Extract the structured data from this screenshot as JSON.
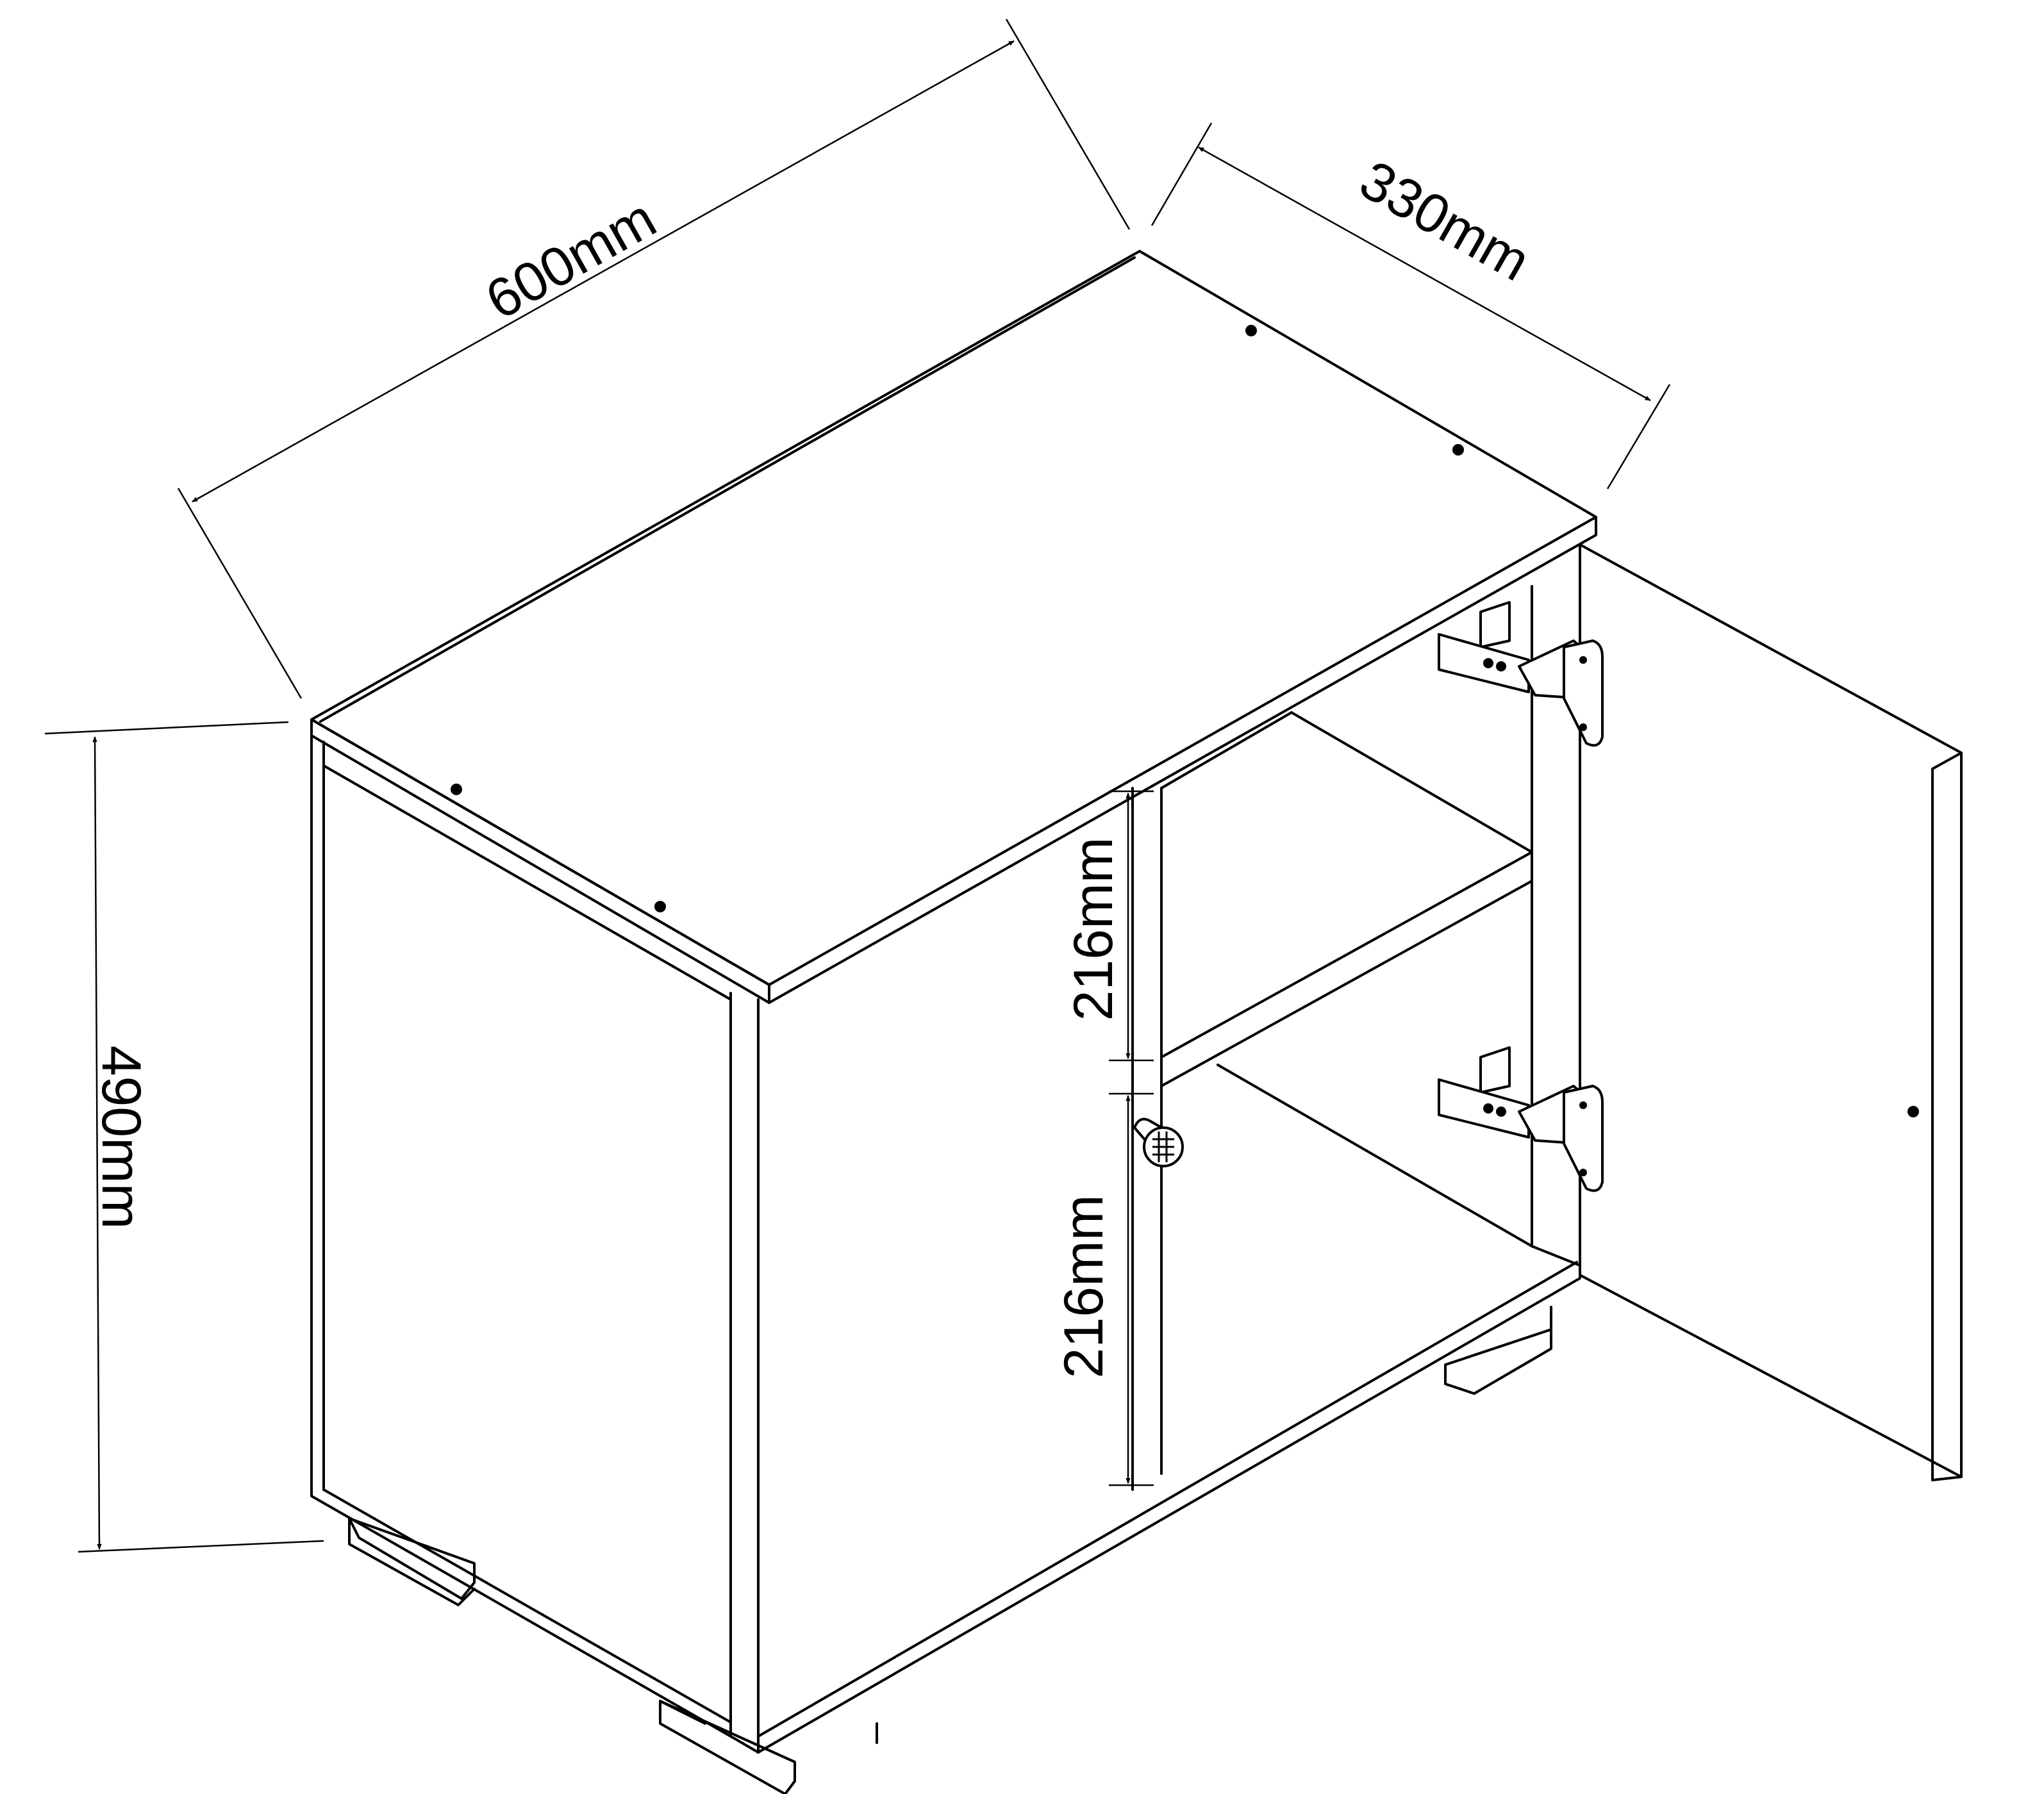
{
  "dimensions": {
    "width": "600mm",
    "depth": "330mm",
    "height": "490mm",
    "upper_compartment": "216mm",
    "lower_compartment": "216mm"
  }
}
